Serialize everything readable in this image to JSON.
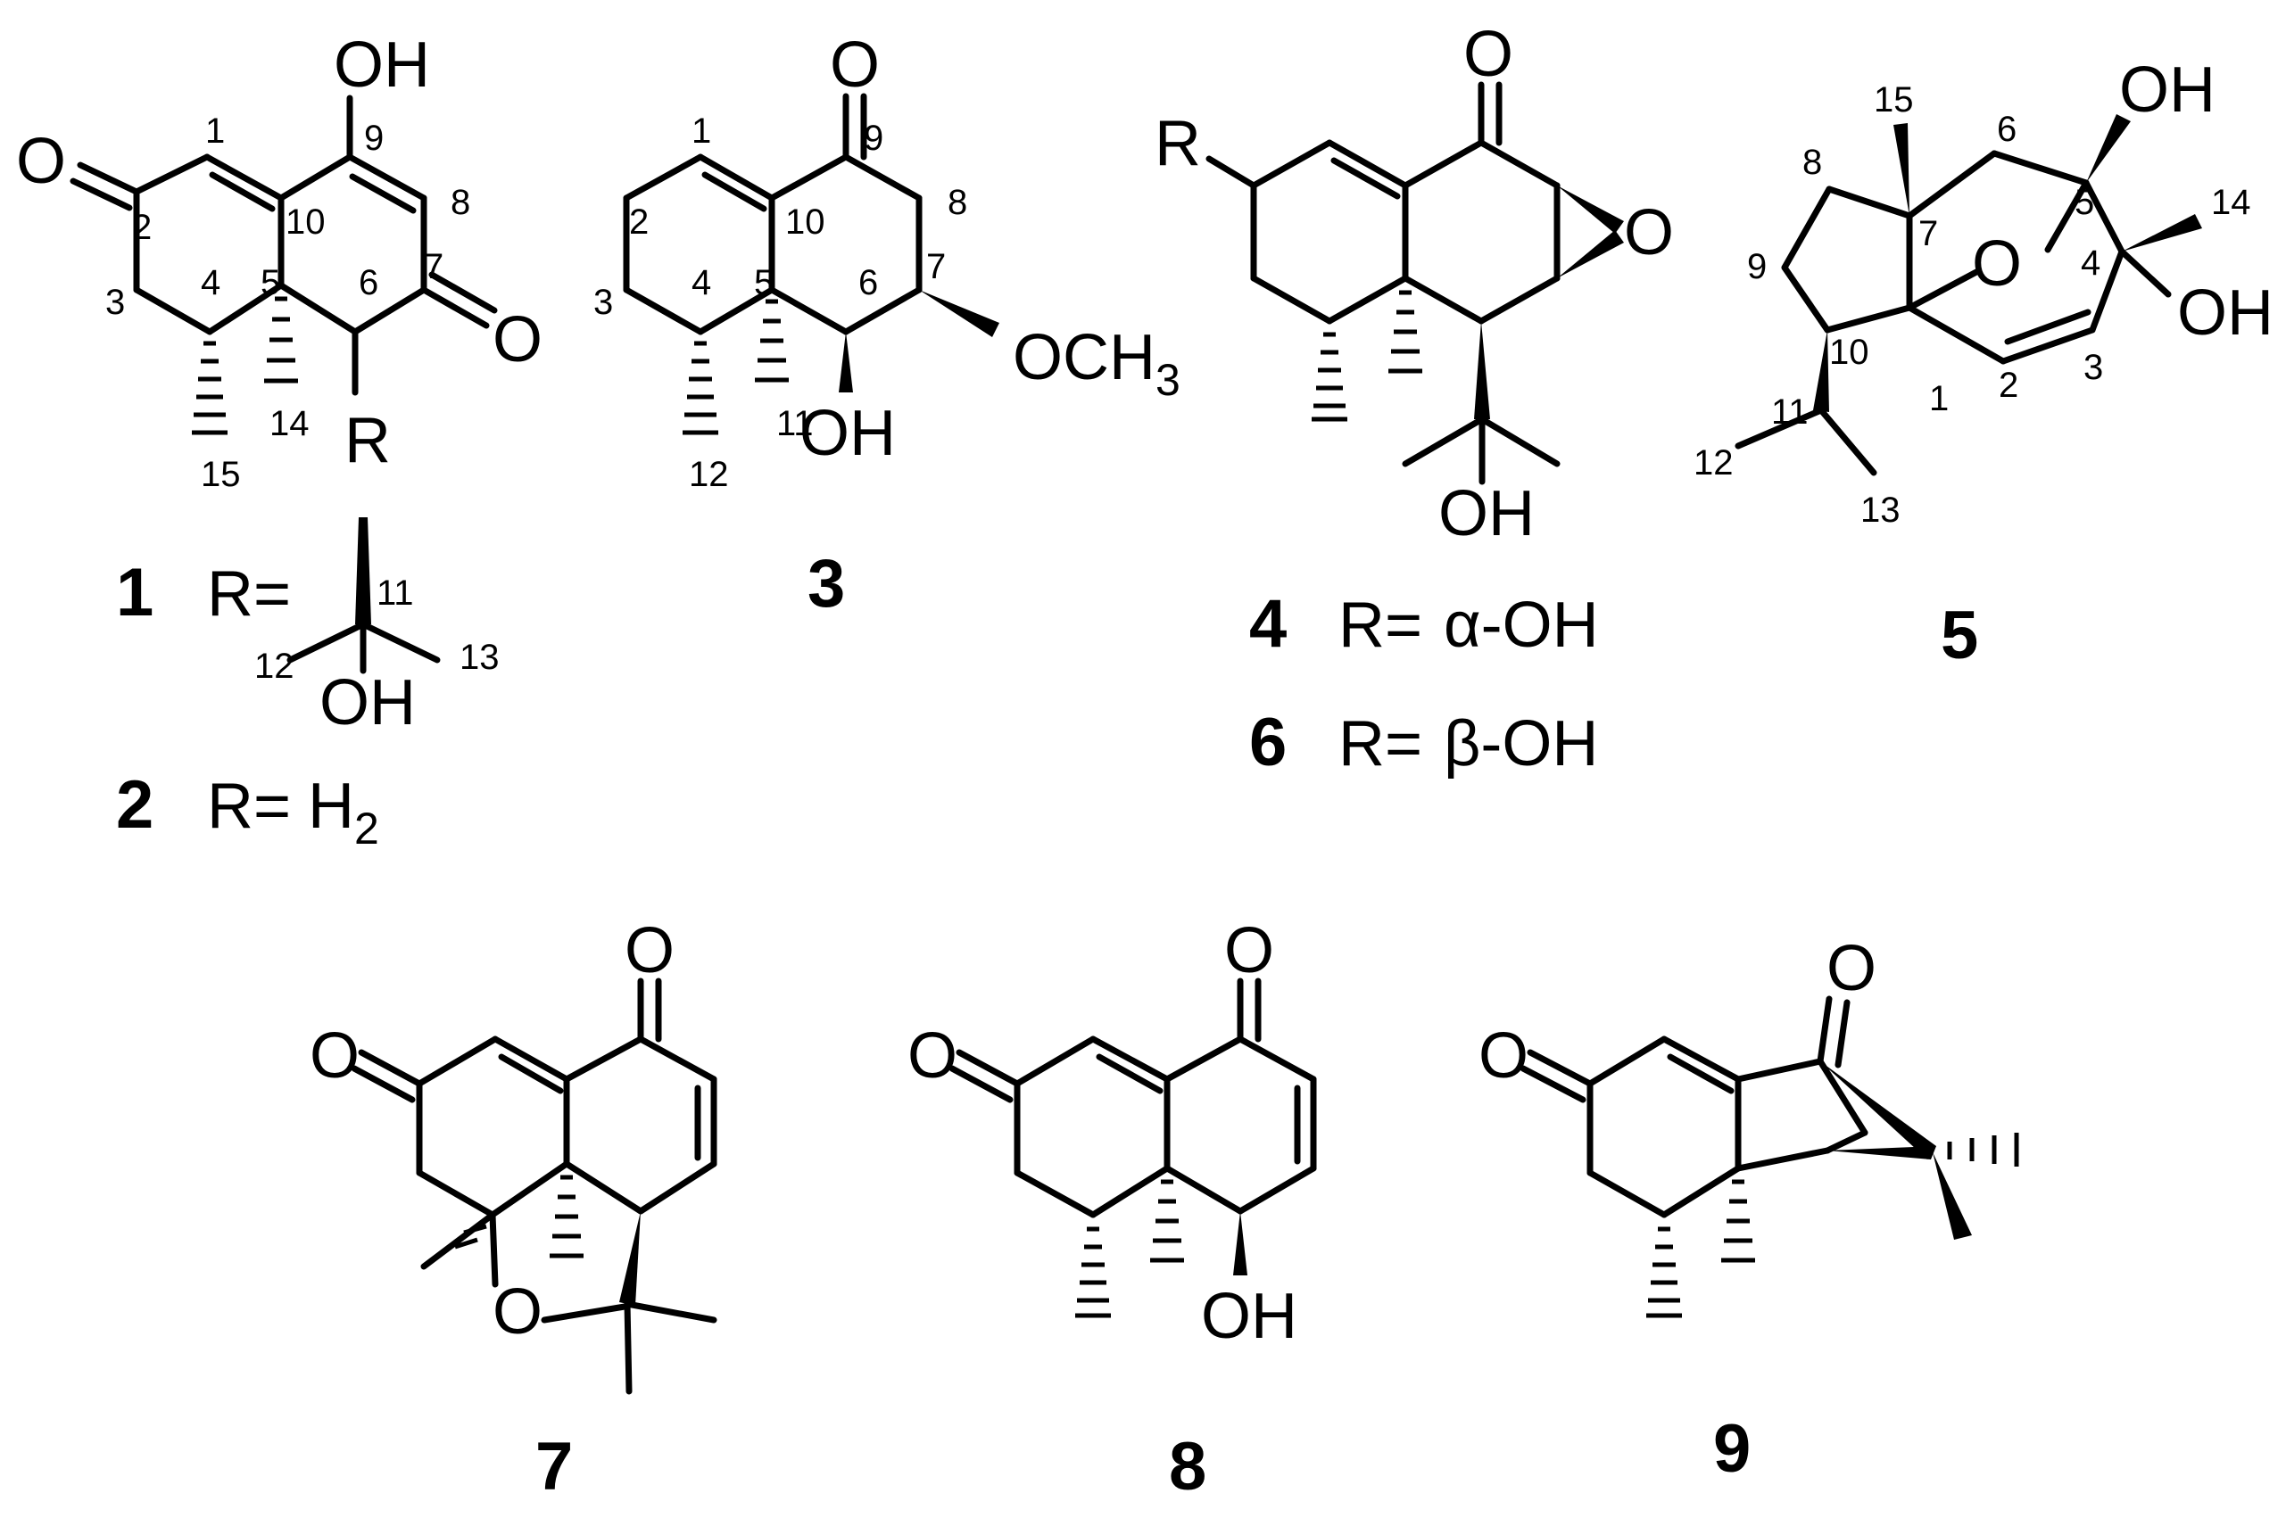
{
  "compounds": [
    {
      "id": "1",
      "atoms": {
        "ketone2": "O",
        "hydroxy9": "OH",
        "ketone7": "O",
        "r": "R",
        "side_oh": "OH"
      },
      "numbers": {
        "n1": "1",
        "n2": "2",
        "n3": "3",
        "n4": "4",
        "n5": "5",
        "n6": "6",
        "n7": "7",
        "n8": "8",
        "n9": "9",
        "n10": "10",
        "n11": "11",
        "n12": "12",
        "n13": "13",
        "n14": "14",
        "n15": "15"
      },
      "r_label": "R="
    },
    {
      "id": "2",
      "r_label": "R=",
      "r_value": "H",
      "r_sub": "2"
    },
    {
      "id": "3",
      "atoms": {
        "ketone9": "O",
        "methoxy": "OCH",
        "methoxy_sub": "3",
        "hydroxy6": "OH"
      },
      "numbers": {
        "n1": "1",
        "n2": "2",
        "n3": "3",
        "n4": "4",
        "n5": "5",
        "n6": "6",
        "n7": "7",
        "n8": "8",
        "n9": "9",
        "n10": "10",
        "n11": "11",
        "n12": "12"
      }
    },
    {
      "id": "4",
      "atoms": {
        "r": "R",
        "ketone": "O",
        "epoxide": "O",
        "side_oh": "OH"
      },
      "r_label": "R=",
      "r_value": "α-OH"
    },
    {
      "id": "5",
      "atoms": {
        "hydroxy5": "OH",
        "hydroxy4": "OH",
        "bridge_o": "O"
      },
      "numbers": {
        "n1": "1",
        "n2": "2",
        "n3": "3",
        "n4": "4",
        "n5": "5",
        "n6": "6",
        "n7": "7",
        "n8": "8",
        "n9": "9",
        "n10": "10",
        "n11": "11",
        "n12": "12",
        "n13": "13",
        "n14": "14",
        "n15": "15"
      }
    },
    {
      "id": "6",
      "r_label": "R=",
      "r_value": "β-OH"
    },
    {
      "id": "7",
      "atoms": {
        "ketone_a": "O",
        "ketone_b": "O",
        "ring_o": "O"
      }
    },
    {
      "id": "8",
      "atoms": {
        "ketone_a": "O",
        "ketone_b": "O",
        "hydroxy": "OH"
      }
    },
    {
      "id": "9",
      "atoms": {
        "ketone_a": "O",
        "ketone_b": "O"
      }
    }
  ]
}
